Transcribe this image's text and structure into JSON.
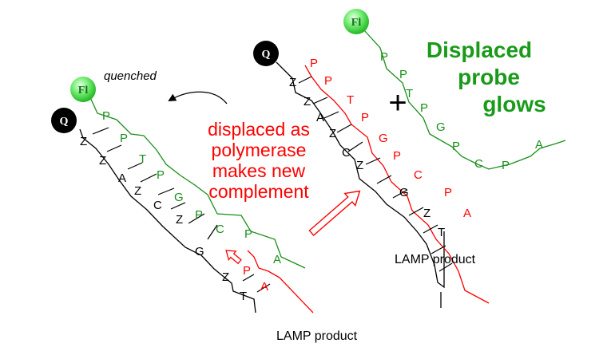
{
  "colors": {
    "template": "#000000",
    "product": "#ff0000",
    "probe": "#1a8f1a",
    "fluorophore": "#33dd33",
    "quencher": "#000000",
    "text_red": "#ff0000",
    "text_green": "#1a9a1a"
  },
  "left_complex": {
    "quencher_label": "Q",
    "fluorophore_label": "Fl",
    "quenched_label": "quenched",
    "template_bases": [
      "Z",
      "Z",
      "A",
      "Z",
      "C",
      "Z",
      "G",
      "Z",
      "T"
    ],
    "probe_bases": [
      "P",
      "P",
      "T",
      "P",
      "G",
      "P",
      "C",
      "P",
      "A"
    ],
    "product_bases": [
      "P",
      "A"
    ],
    "lamp_label": "LAMP product"
  },
  "middle_text": {
    "line1": "displaced as",
    "line2": "polymerase",
    "line3": "makes new",
    "line4": "complement"
  },
  "right_complex": {
    "quencher_label": "Q",
    "template_bases": [
      "Z",
      "Z",
      "A",
      "Z",
      "C",
      "Z",
      "G",
      "Z",
      "T"
    ],
    "product_bases": [
      "P",
      "P",
      "T",
      "P",
      "G",
      "P",
      "C",
      "P",
      "A"
    ],
    "lamp_label": "LAMP product"
  },
  "free_probe": {
    "fluorophore_label": "Fl",
    "bases": [
      "P",
      "P",
      "T",
      "P",
      "G",
      "P",
      "C",
      "P",
      "A"
    ],
    "plus_sign": "+",
    "title_line1": "Displaced",
    "title_line2": "probe",
    "title_line3": "glows"
  }
}
